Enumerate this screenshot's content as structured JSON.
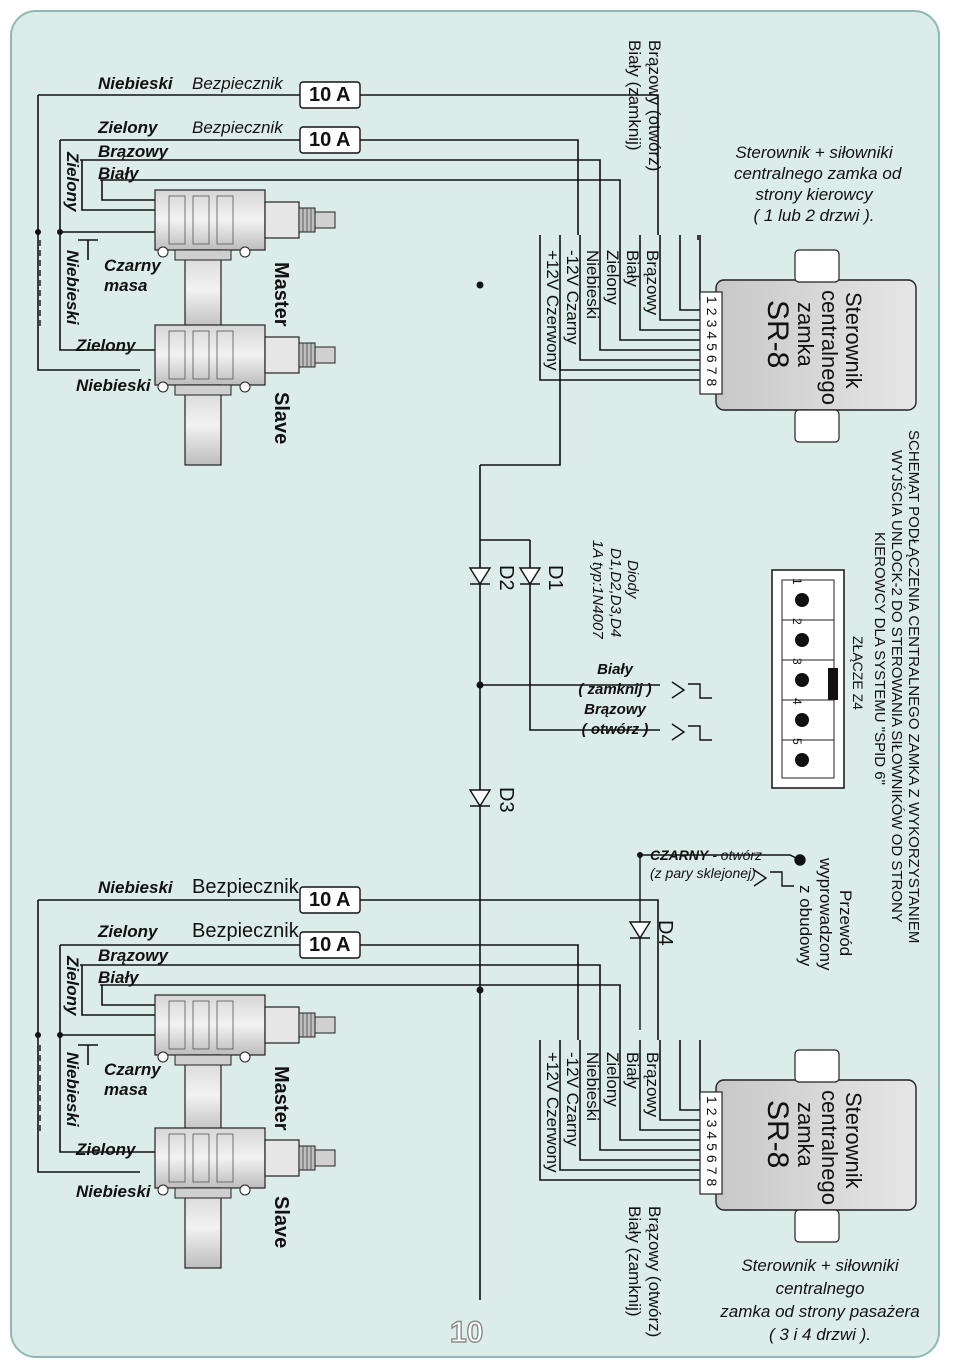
{
  "page_number": "10",
  "top_section": {
    "title": "Sterownik + siłowniki centralnego  zamka od strony kierowcy ( 1 lub 2 drzwi ).",
    "title_lines": [
      "Sterownik + siłowniki",
      "centralnego  zamka od",
      "strony kierowcy",
      "( 1 lub 2 drzwi )."
    ],
    "wire_labels": {
      "niebieski": "Niebieski",
      "zielony": "Zielony",
      "brazowy": "Brązowy",
      "bialy": "Biały",
      "zielony_vertical": "Zielony",
      "niebieski_vertical": "Niebieski",
      "czarny": "Czarny",
      "masa": "masa",
      "zielony_lower": "Zielony",
      "niebieski_lower": "Niebieski"
    },
    "fuses": [
      {
        "label": "Bezpiecznik",
        "rating": "10 A"
      },
      {
        "label": "Bezpiecznik",
        "rating": "10 A"
      }
    ],
    "actuators": [
      "Master",
      "Slave"
    ],
    "controller": {
      "title_lines": [
        "Sterownik",
        "centralnego",
        "zamka"
      ],
      "model": "SR-8",
      "pins": [
        "1",
        "2",
        "3",
        "4",
        "5",
        "6",
        "7",
        "8"
      ]
    },
    "controller_wires": [
      "+12V Czerwony",
      "-12V Czarny",
      "Niebieski",
      "Zielony",
      "Biały",
      "Brązowy"
    ],
    "controller_top_note_lines": [
      "Brązowy (otwórz)",
      "Biały (zamknij)"
    ]
  },
  "middle_section": {
    "diodes": [
      "D1",
      "D2",
      "D3",
      "D4"
    ],
    "diode_note_lines": [
      "Diody",
      "D1,D2,D3,D4",
      "1A typ:1N4007"
    ],
    "signal_lines": [
      "Biały",
      "( zamknij )",
      "Brązowy",
      "( otwórz )"
    ],
    "connector_title": "ZŁĄCZE Z4",
    "connector_pins": [
      "1",
      "2",
      "3",
      "4",
      "5"
    ],
    "schema_title_lines": [
      "SCHEMAT PODŁĄCZENIA CENTRALNEGO ZAMKA Z WYKORZYSTANIEM",
      "WYJŚCIA UNLOCK-2 DO STEROWANIA SIŁOWNIKÓW OD STRONY",
      "KIEROWCY DLA SYSTEMU \"SPID 6\""
    ],
    "czarny_label": "CZARNY",
    "czarny_suffix": " - otwórz",
    "czarny_note": "(z pary sklejonej)",
    "przewod_lines": [
      "Przewód",
      "wyprowadzony",
      "z obudowy"
    ]
  },
  "bottom_section": {
    "title_lines": [
      "Sterownik + siłowniki",
      "centralnego",
      "zamka od strony pasażera",
      "( 3 i 4 drzwi )."
    ],
    "wire_labels": {
      "niebieski": "Niebieski",
      "zielony": "Zielony",
      "brazowy": "Brązowy",
      "bialy": "Biały",
      "zielony_vertical": "Zielony",
      "niebieski_vertical": "Niebieski",
      "czarny": "Czarny",
      "masa": "masa",
      "zielony_lower": "Zielony",
      "niebieski_lower": "Niebieski"
    },
    "fuses": [
      {
        "label": "Bezpiecznik",
        "rating": "10 A"
      },
      {
        "label": "Bezpiecznik",
        "rating": "10 A"
      }
    ],
    "actuators": [
      "Master",
      "Slave"
    ],
    "controller": {
      "title_lines": [
        "Sterownik",
        "centralnego",
        "zamka"
      ],
      "model": "SR-8",
      "pins": [
        "1",
        "2",
        "3",
        "4",
        "5",
        "6",
        "7",
        "8"
      ]
    },
    "controller_wires": [
      "+12V Czerwony",
      "-12V Czarny",
      "Niebieski",
      "Zielony",
      "Biały",
      "Brązowy"
    ],
    "controller_bottom_note_lines": [
      "Brązowy (otwórz)",
      "Biały (zamknij)"
    ]
  },
  "colors": {
    "background": "#dcece8",
    "border": "#8fb9b2",
    "wire": "#111111",
    "module": "#d9d9d9"
  }
}
